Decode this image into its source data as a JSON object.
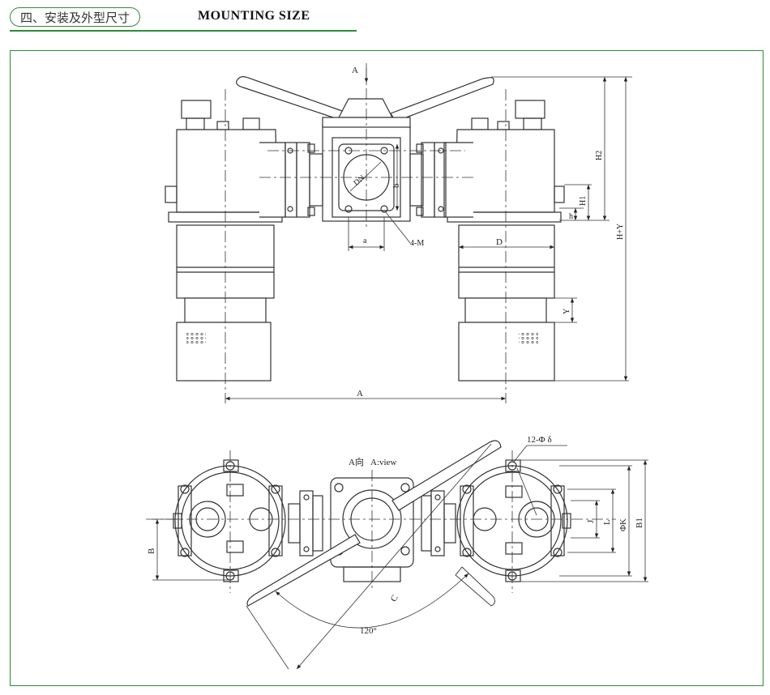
{
  "header": {
    "badge_text": "四、安装及外型尺寸",
    "title": "MOUNTING SIZE",
    "accent_color": "#2e8b3a"
  },
  "drawing": {
    "front_view": {
      "labels": {
        "a_arrow": "A",
        "dn": "DN",
        "b": "b",
        "a": "a",
        "m": "4-M",
        "d": "D",
        "h": "h",
        "h1": "H1",
        "h2": "H2",
        "hy": "H+Y",
        "y": "Y",
        "a_bottom": "A"
      }
    },
    "top_view": {
      "labels": {
        "view_cn": "A向",
        "view_en": "A:view",
        "holes": "12-Φ δ",
        "b": "B",
        "c": "C",
        "angle": "120°",
        "j": "J",
        "l": "L",
        "k": "ΦK",
        "b1": "B1"
      }
    }
  }
}
